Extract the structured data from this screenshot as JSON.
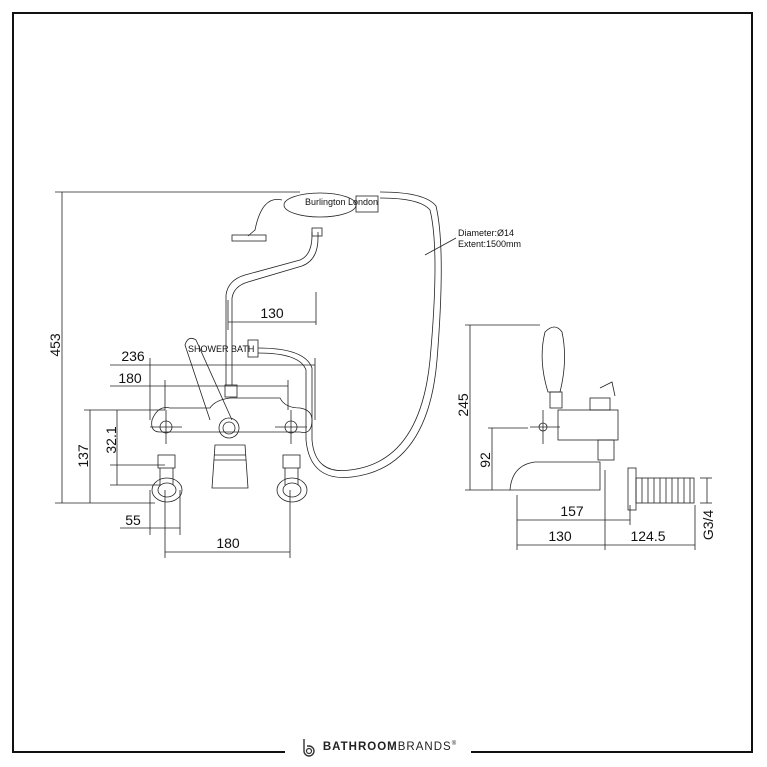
{
  "front_view": {
    "dimensions": {
      "height_total": "453",
      "width_outer": "236",
      "width_handles": "180",
      "height_body": "137",
      "height_inlet": "32.1",
      "inlet_width": "55",
      "centres": "180",
      "handset_offset": "130"
    },
    "hose_note": {
      "diameter": "Diameter:Ø14",
      "extent": "Extent:1500mm"
    },
    "handset_text": "Burlington London",
    "lever_text": "SHOWER BATH"
  },
  "side_view": {
    "dimensions": {
      "height_total": "245",
      "spout_height": "92",
      "depth_total": "157",
      "spout_reach": "130",
      "inlet_length": "124.5",
      "thread": "G3/4"
    }
  },
  "brand": {
    "bold": "BATHROOM",
    "light": "BRANDS",
    "mark": "®"
  }
}
